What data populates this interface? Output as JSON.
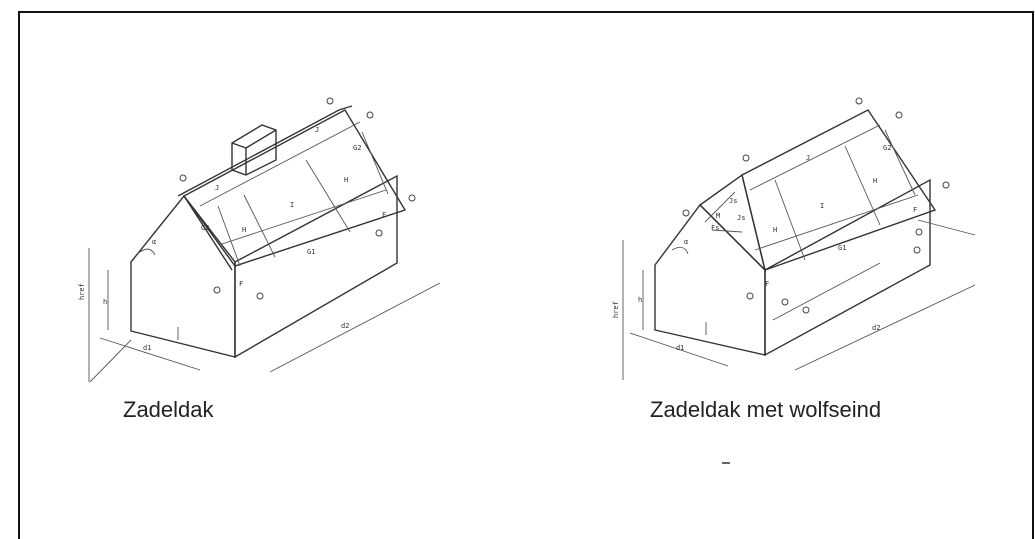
{
  "captions": {
    "left": "Zadeldak",
    "right": "Zadeldak met wolfseind"
  },
  "left_house": {
    "zones": {
      "G1": "G1",
      "G2": "G2",
      "H_left": "H",
      "H_right": "H",
      "I": "I",
      "J_top": "J",
      "J_left": "J",
      "F_right": "F",
      "F_bottom": "F"
    },
    "dims": {
      "href": "href",
      "h": "h",
      "d1": "d1",
      "d2": "d2",
      "alpha": "α"
    }
  },
  "right_house": {
    "zones": {
      "G1": "G1",
      "G2": "G2",
      "H_left": "H",
      "H_right": "H",
      "I": "I",
      "J_top": "J",
      "Jh_a": "Js",
      "Jh_b": "Js",
      "Mh": "M",
      "Fs": "Fs",
      "F_right": "F",
      "F_bottom": "F"
    },
    "dims": {
      "href": "href",
      "h": "h",
      "d1": "d1",
      "d2": "d2",
      "alpha": "α"
    }
  },
  "colors": {
    "line": "#333333",
    "frame": "#111111"
  }
}
